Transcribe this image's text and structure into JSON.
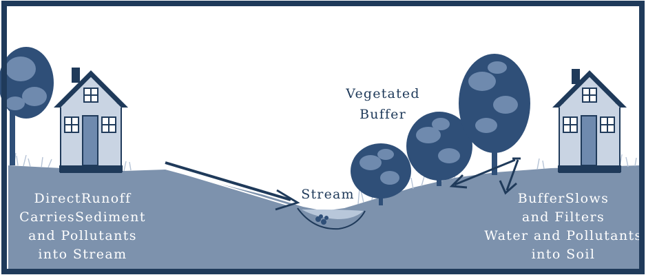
{
  "colors": {
    "frame": "#1f3a5a",
    "ground": "#7d92ad",
    "tree_dark": "#2f4f78",
    "tree_light": "#6f8aae",
    "house_wall": "#c9d4e3",
    "house_trim": "#1f3a5a",
    "arrow": "#1f3a5a",
    "water": "#b8c7da"
  },
  "labels": {
    "vegetated_buffer": [
      "Vegetated",
      "Buffer"
    ],
    "stream": "Stream",
    "direct_runoff": [
      "DirectRunoff",
      "CarriesSediment",
      "and Pollutants",
      "into Stream"
    ],
    "buffer_slows": [
      "BufferSlows",
      "and Filters",
      "Water and Pollutants",
      "into Soil"
    ]
  },
  "icons": {
    "left_house": "house-icon",
    "right_house": "house-icon",
    "trees": "tree-icon"
  }
}
